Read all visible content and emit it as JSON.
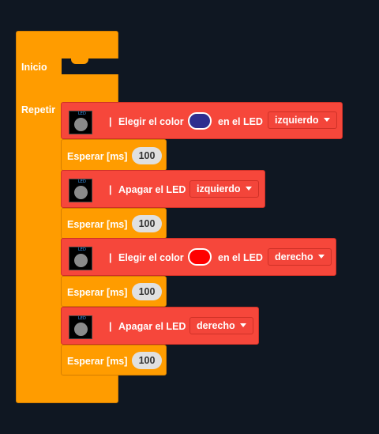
{
  "main_block": {
    "inicio_label": "Inicio",
    "repetir_label": "Repetir"
  },
  "icon": {
    "led_label": "LED"
  },
  "blocks": [
    {
      "type": "set_color",
      "sep": "|",
      "label": "Elegir el color",
      "color": "#2e2e8f",
      "on_label": "en el LED",
      "side": "izquierdo"
    },
    {
      "type": "wait",
      "label": "Esperar [ms]",
      "value": "100"
    },
    {
      "type": "off",
      "sep": "|",
      "label": "Apagar el LED",
      "side": "izquierdo"
    },
    {
      "type": "wait",
      "label": "Esperar [ms]",
      "value": "100"
    },
    {
      "type": "set_color",
      "sep": "|",
      "label": "Elegir el color",
      "color": "#ff0000",
      "on_label": "en el LED",
      "side": "derecho"
    },
    {
      "type": "wait",
      "label": "Esperar [ms]",
      "value": "100"
    },
    {
      "type": "off",
      "sep": "|",
      "label": "Apagar el LED",
      "side": "derecho"
    },
    {
      "type": "wait",
      "label": "Esperar [ms]",
      "value": "100"
    }
  ]
}
